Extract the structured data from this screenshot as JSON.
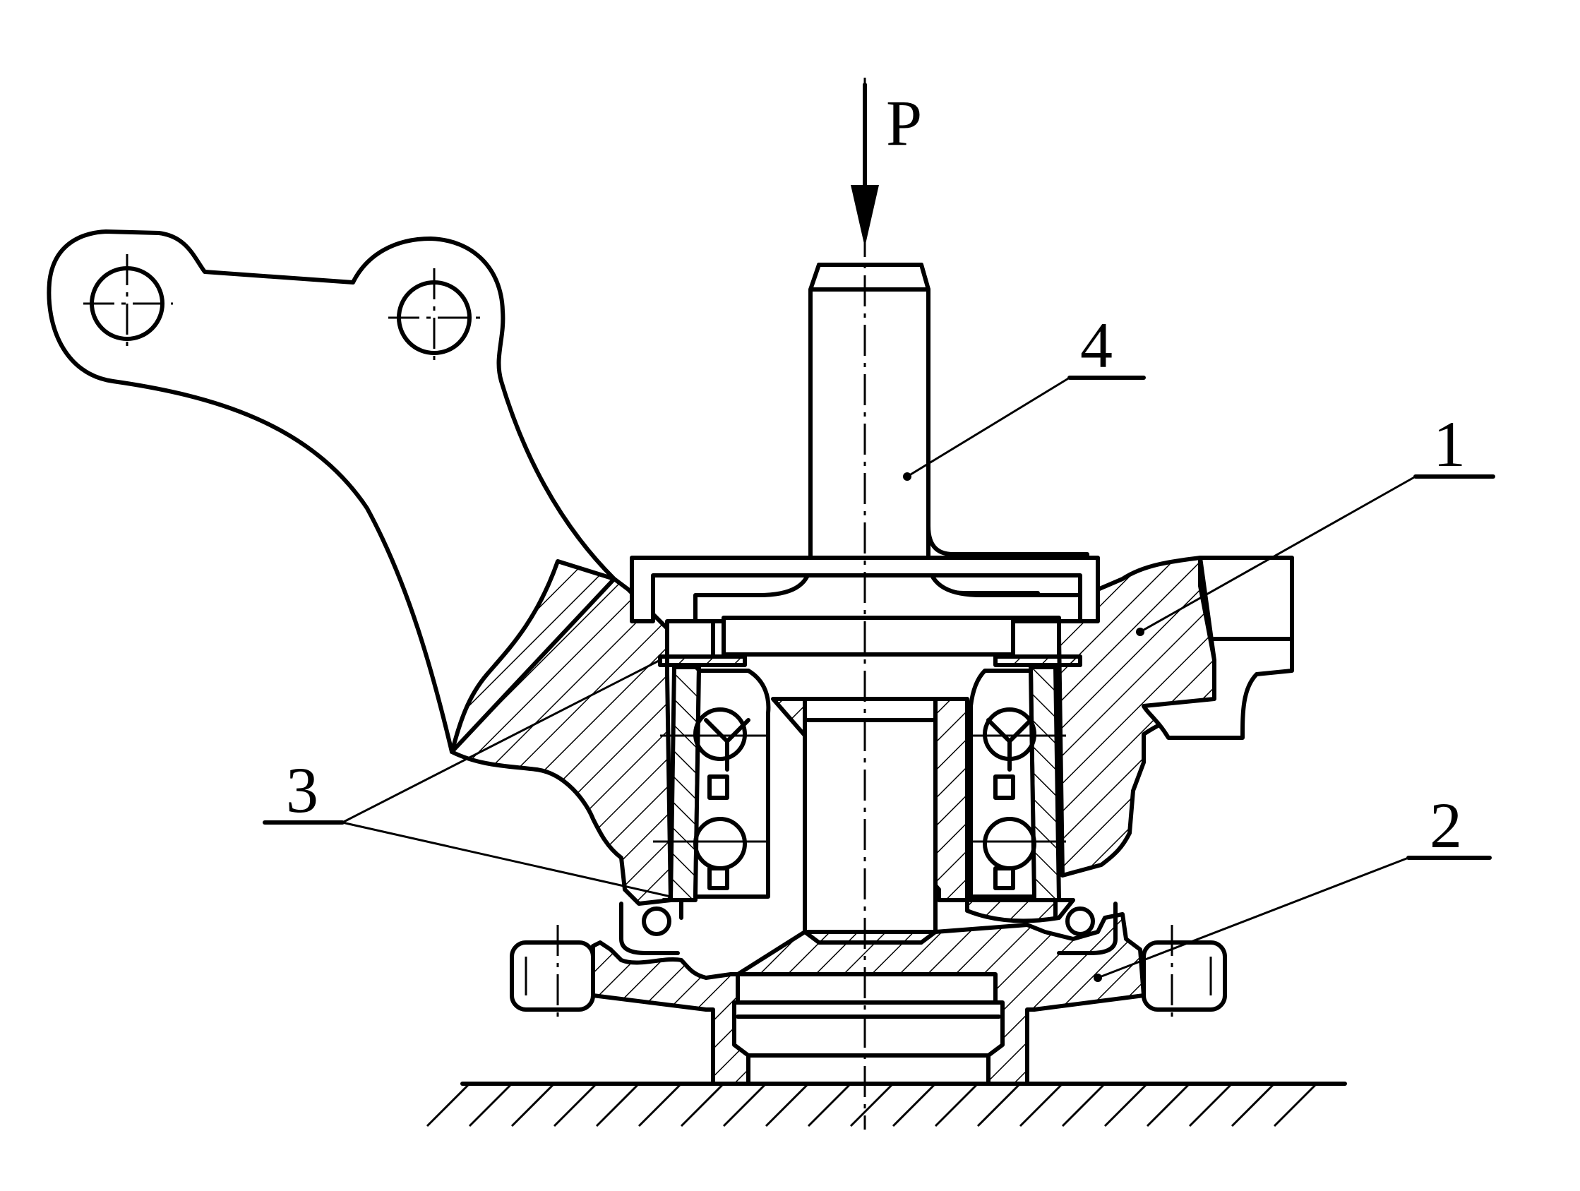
{
  "labels": {
    "force": "P",
    "part_1": "1",
    "part_2": "2",
    "part_3": "3",
    "part_4": "4"
  },
  "colors": {
    "ink": "#000000",
    "paper": "#ffffff"
  }
}
